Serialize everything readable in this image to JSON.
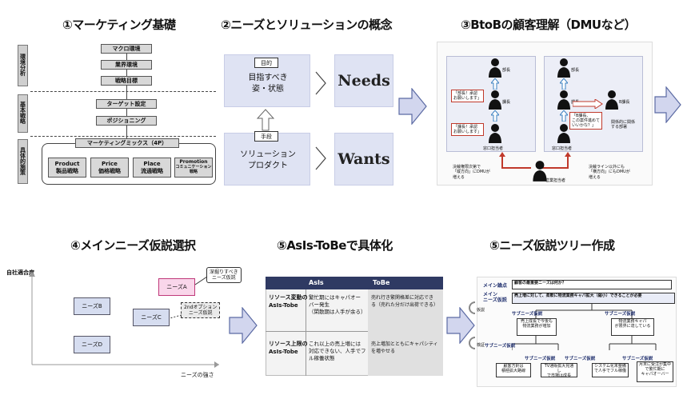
{
  "titles": {
    "t1": "①マーケティング基礎",
    "t2": "②ニーズとソリューションの概念",
    "t3": "③BtoBの顧客理解（DMUなど）",
    "t4": "④メインニーズ仮説選択",
    "t5": "⑤AsIs-ToBeで具体化",
    "t6": "⑤ニーズ仮説ツリー作成"
  },
  "marketing": {
    "side": [
      "環境分析",
      "基本戦略",
      "具体的施策"
    ],
    "boxes": [
      "マクロ環境",
      "業界環境",
      "戦略目標",
      "ターゲット設定",
      "ポジショニング",
      "マーケティングミックス（4P）"
    ],
    "p4": [
      {
        "en": "Product",
        "jp": "製品戦略"
      },
      {
        "en": "Price",
        "jp": "価格戦略"
      },
      {
        "en": "Place",
        "jp": "流通戦略"
      },
      {
        "en": "Promotion",
        "jp": "コミュニケーション戦略"
      }
    ]
  },
  "needs": {
    "tag_purpose": "目的",
    "purpose_text": "目指すべき\n姿・状態",
    "tag_means": "手段",
    "means_text": "ソリューション\nプロダクト",
    "needs_label": "Needs",
    "wants_label": "Wants"
  },
  "dmu": {
    "left_roles": [
      "部長",
      "課長",
      "窓口担当者"
    ],
    "right_roles": [
      "部長",
      "課長",
      "B課長",
      "窓口担当者"
    ],
    "bubble1": "「部長！承認\nお願いします」",
    "bubble2": "「課長！承認\nお願いします」",
    "bubble3": "「B課長、\nこの案件進めて\nいいかな？」",
    "side_note": "関係的に関係\nする部署",
    "sales": "営業担当者",
    "note_left": "決裁権限次第で\n「縦方向」にDMUが\n増える",
    "note_right": "決裁ライン以外にも\n「横方向」にもDMUが\n増える"
  },
  "matrix": {
    "ylabel": "自社適合度",
    "xlabel": "ニーズの強さ",
    "boxes": [
      "ニーズB",
      "ニーズD",
      "ニーズC",
      "ニーズA"
    ],
    "callout1": "深掘りすべき\nニーズ仮説",
    "callout2": "2ndオプション\nニーズ仮説"
  },
  "asis": {
    "headers": [
      "",
      "AsIs",
      "ToBe"
    ],
    "rows": [
      [
        "リソース変動の\nAsIs-Tobe",
        "繁忙期にはキャパオー\nバー発生\n（閑散期は人手が余る）",
        "売れ行き繁閑格差に対応でき\nる（売れた分だけ出荷できる）"
      ],
      [
        "リソース上限の\nAsIs-Tobe",
        "これ以上の売上増には\n対応できない、人手でフ\nル稼働状態",
        "売上増加とともにキャパシティ\nを増やせる"
      ]
    ]
  },
  "tree": {
    "main_label": "メイン論点",
    "main_q": "顧客の最重要ニーズは何か？",
    "main_need_label": "メイン\nニーズ仮説",
    "main_need": "売上増に対して、柔軟に物流業務キャパ拡大（縮小）できることが必要",
    "sub_label": "サブニーズ仮説",
    "sub1": "売上成長で今後も\n物流業務が増加",
    "sub2": "物流業務キャパ\nが限界に達している",
    "sub3a": "顧客方針は\n積極拡大路線",
    "sub3b": "TV通販拡大見通し\nで市場は成長",
    "sub3c": "システム化未整備\nで人手でフル稼働",
    "sub3d": "月末に受注が集中\nで繁忙期に\nキャパオーバー",
    "side_a": "仮説",
    "side_b": "検証"
  }
}
